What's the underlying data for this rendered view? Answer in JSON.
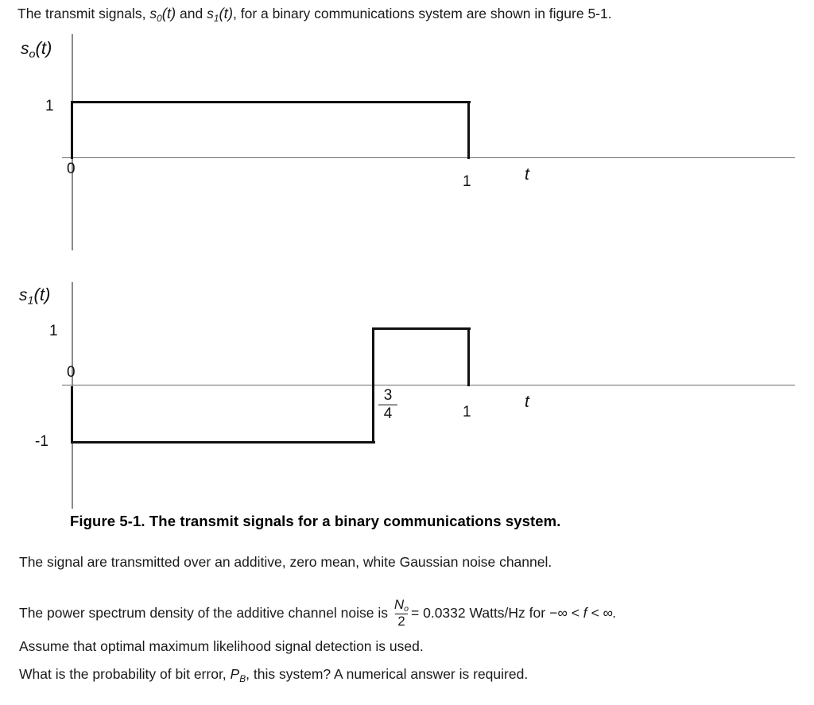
{
  "document": {
    "intro_line": {
      "part1": "The transmit signals, ",
      "s0_base": "s",
      "s0_sub": "0",
      "s0_arg": "(t)",
      "part2": " and ",
      "s1_base": "s",
      "s1_sub": "1",
      "s1_arg": "(t)",
      "part3": ", for a binary communications system are shown in figure 5-1."
    },
    "caption": "Figure 5-1.  The transmit signals for a binary communications system.",
    "body_lines": {
      "line1": "The signal are transmitted over an additive, zero mean, white Gaussian noise channel.",
      "line2_a": "The power spectrum density of the additive channel noise is ",
      "line2_frac_num_base": "N",
      "line2_frac_num_sub": "o",
      "line2_frac_den": "2",
      "line2_b": "= 0.0332 Watts/Hz for ",
      "line2_c": "−∞ < f < ∞.",
      "line3": "Assume that optimal maximum likelihood signal detection is used.",
      "line4_a": "What is the probability of bit error, ",
      "line4_pb_base": "P",
      "line4_pb_sub": "B",
      "line4_b": ", this system?  A numerical answer is required."
    }
  },
  "chart_data": [
    {
      "type": "line",
      "id": "s0",
      "title": "",
      "ylabel": "s_o(t)",
      "ylabel_base": "s",
      "ylabel_sub": "o",
      "ylabel_arg": "(t)",
      "xlabel": "t",
      "origin_label": "0",
      "ytick_labels": [
        "1"
      ],
      "yticks": [
        1
      ],
      "xtick_labels": [
        "1"
      ],
      "xticks": [
        1
      ],
      "xlim": [
        0,
        1.55
      ],
      "ylim": [
        -1.15,
        1.55
      ],
      "grid": false,
      "legend": "none",
      "x": [
        0,
        0,
        1,
        1
      ],
      "y": [
        0,
        1,
        1,
        0
      ],
      "description": "Rectangular pulse of amplitude 1 from t=0 to t=1"
    },
    {
      "type": "line",
      "id": "s1",
      "title": "",
      "ylabel": "s_1(t)",
      "ylabel_base": "s",
      "ylabel_sub": "1",
      "ylabel_arg": "(t)",
      "xlabel": "t",
      "origin_label": "0",
      "ytick_labels": [
        "1",
        "-1"
      ],
      "yticks": [
        1,
        -1
      ],
      "xtick_labels": [
        "3/4",
        "1"
      ],
      "xtick_frac_num": "3",
      "xtick_frac_den": "4",
      "xticks": [
        0.75,
        1
      ],
      "xlim": [
        0,
        1.55
      ],
      "ylim": [
        -1.35,
        1.35
      ],
      "grid": false,
      "legend": "none",
      "x": [
        0,
        0,
        0.75,
        0.75,
        1,
        1
      ],
      "y": [
        0,
        -1,
        -1,
        1,
        1,
        0
      ],
      "description": "Amplitude -1 from t=0 to t=3/4, then +1 from t=3/4 to t=1"
    }
  ],
  "colors": {
    "signal": "#111111",
    "axis": "#7a7a7a",
    "text": "#1a1a1a",
    "background": "#ffffff"
  }
}
